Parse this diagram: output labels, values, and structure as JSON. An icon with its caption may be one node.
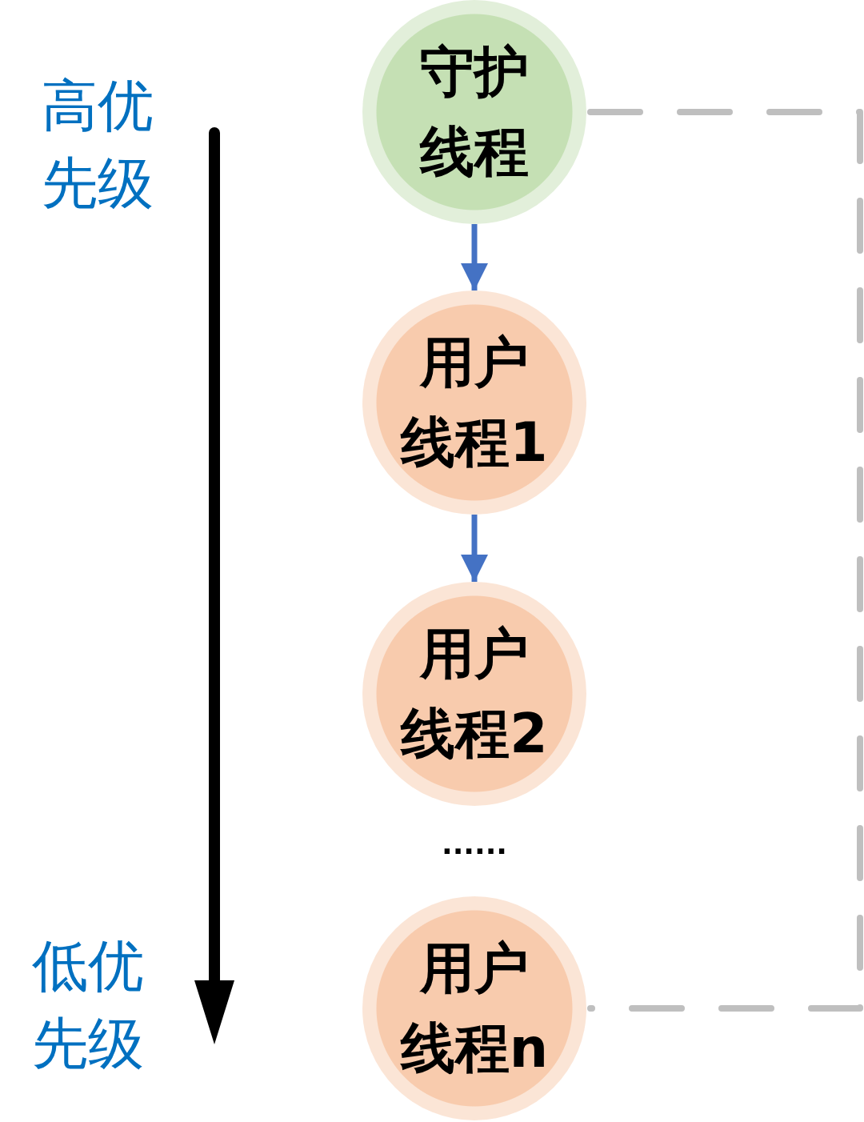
{
  "diagram": {
    "nodes": [
      {
        "text": [
          "守护线程"
        ]
      },
      {
        "text": [
          "用户线程1"
        ]
      },
      {
        "text": [
          "用户线程2"
        ]
      },
      {
        "text": [
          "用户线程n"
        ]
      }
    ],
    "edges": [
      {
        "from": 0,
        "to": 1,
        "arrow": "to"
      },
      {
        "from": 1,
        "to": 2,
        "arrow": "to"
      },
      {
        "from": 0,
        "to": 3,
        "arrow": "none",
        "style": "dashed",
        "color": "#bfbfbf"
      }
    ],
    "labels": [
      "高优先级",
      "......",
      "低优先级"
    ]
  }
}
